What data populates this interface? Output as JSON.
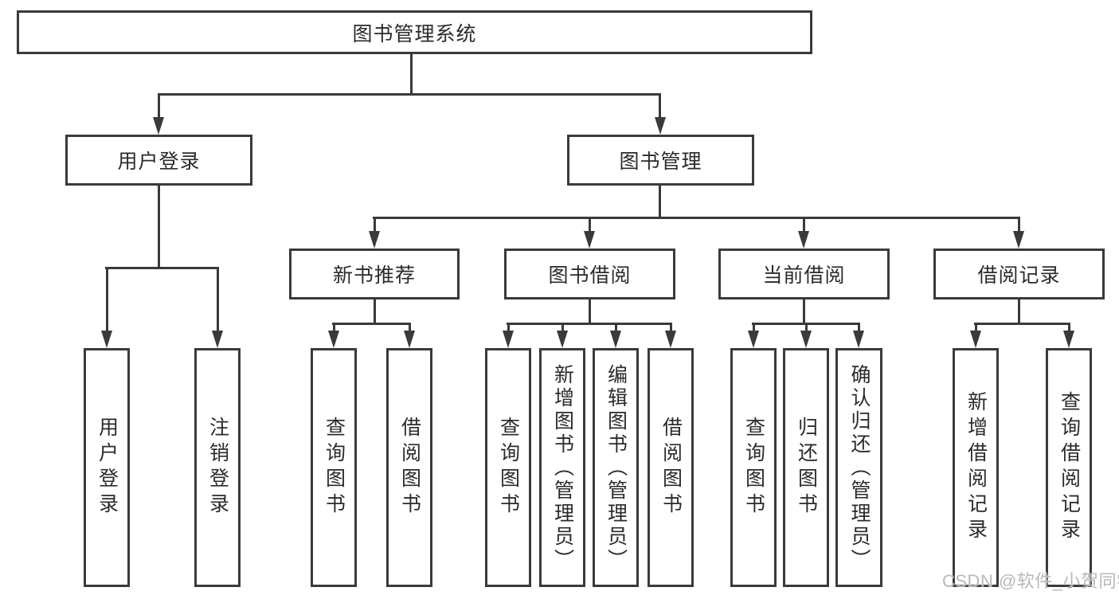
{
  "nodes": {
    "root": "图书管理系统",
    "user_login": "用户登录",
    "book_mgmt": "图书管理",
    "new_book": "新书推荐",
    "book_borrow": "图书借阅",
    "current_borrow": "当前借阅",
    "borrow_records": "借阅记录"
  },
  "leaves": {
    "user": [
      "用户登录",
      "注销登录"
    ],
    "new_book": [
      "查询图书",
      "借阅图书"
    ],
    "book_borrow": [
      "查询图书",
      "新增图书（管理员）",
      "编辑图书（管理员）",
      "借阅图书"
    ],
    "current_borrow": [
      "查询图书",
      "归还图书",
      "确认归还（管理员）"
    ],
    "borrow_records": [
      "新增借阅记录",
      "查询借阅记录"
    ]
  },
  "watermark": "CSDN @软件_小贺同学",
  "colors": {
    "line": "#3a3a3a",
    "text": "#2b2b2b",
    "watermark": "#b8b8b8",
    "background": "#ffffff"
  }
}
